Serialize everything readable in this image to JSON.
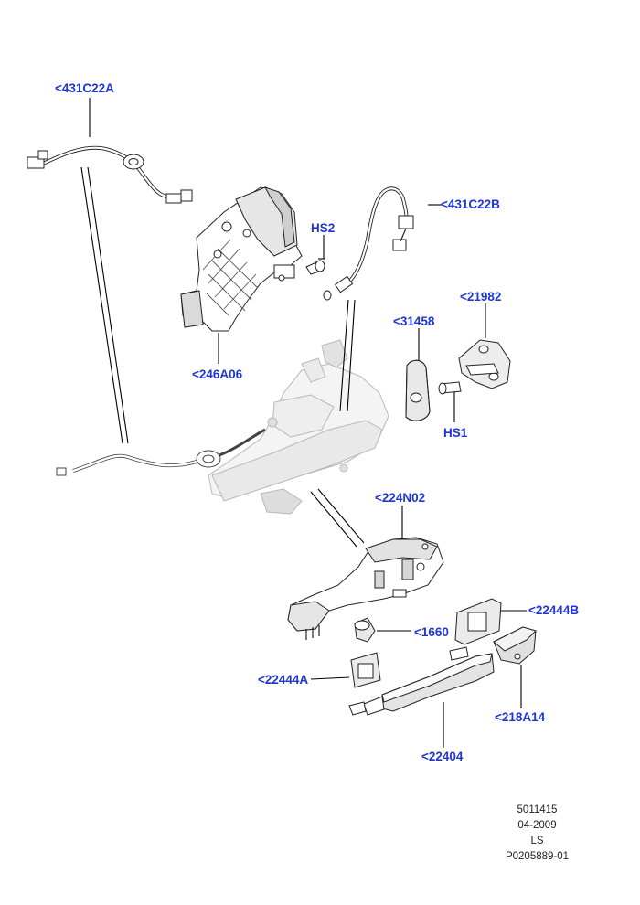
{
  "callouts": {
    "c431C22A": "<431C22A",
    "cHS2": "HS2",
    "c431C22B": "<431C22B",
    "c21982": "<21982",
    "c31458": "<31458",
    "cHS1": "HS1",
    "c246A06": "<246A06",
    "c224N02": "<224N02",
    "c22444B": "<22444B",
    "c1660": "<1660",
    "c22444A": "<22444A",
    "c218A14": "<218A14",
    "c22404": "<22404"
  },
  "footer": {
    "line1": "5011415",
    "line2": "04-2009",
    "line3": "LS",
    "line4": "P0205889-01"
  },
  "colors": {
    "callout_text": "#1f35d6",
    "leader": "#000000",
    "part_fill": "#ffffff",
    "part_shade": "#d4d4d4",
    "ghost": "#c8c8c8"
  }
}
